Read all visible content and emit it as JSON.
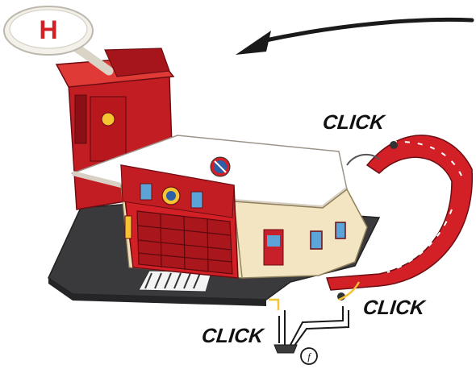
{
  "labels": {
    "click_top": "CLICK",
    "click_right": "CLICK",
    "click_bottom": "CLICK",
    "helipad_letter": "H",
    "step_badge": "f"
  },
  "colors": {
    "red": "#d32027",
    "dark_red": "#9b1218",
    "cream": "#f3e5c2",
    "roof_white": "#ffffff",
    "base_dark": "#3a3a3c",
    "window_blue": "#5ca4d8",
    "arrow": "#1a1a1a"
  },
  "icons": [
    "helipad-icon",
    "direction-arrow-icon",
    "emblem-icon",
    "hydrant-sign-icon",
    "step-badge-icon"
  ]
}
